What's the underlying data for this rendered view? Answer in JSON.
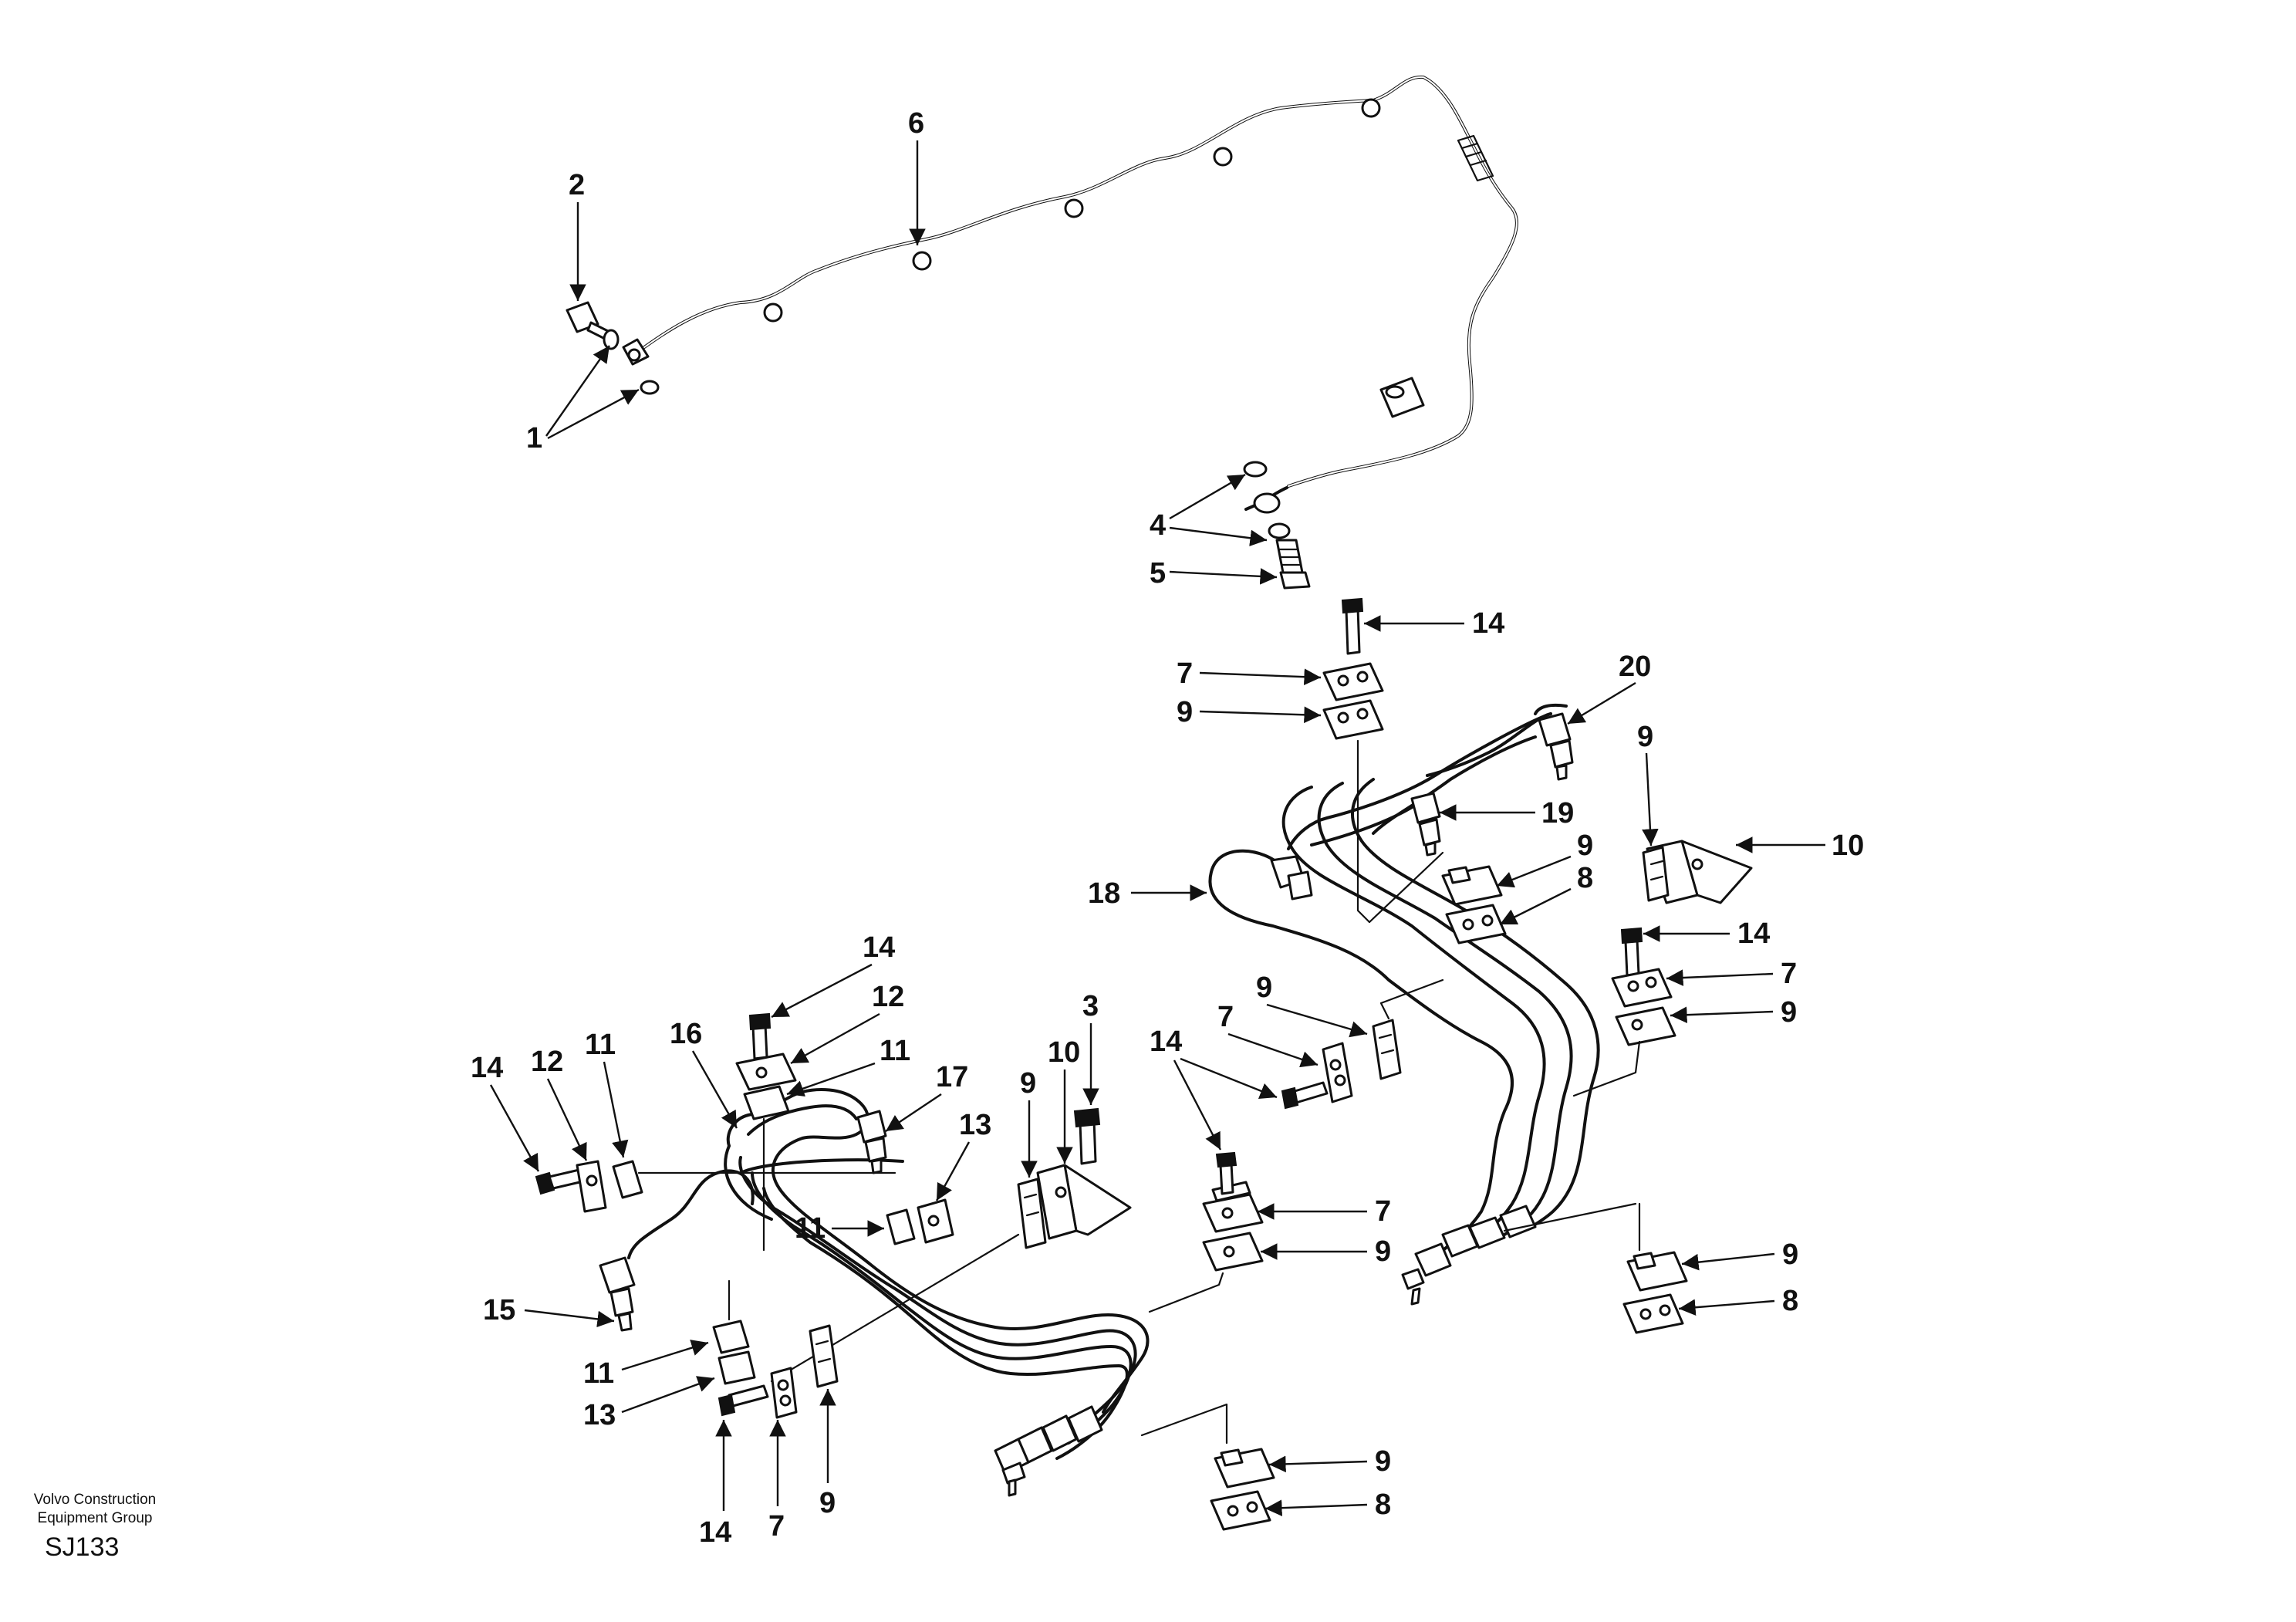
{
  "footer": {
    "org_line1": "Volvo Construction",
    "org_line2": "Equipment Group",
    "code": "SJ133"
  },
  "callouts": {
    "c1": "1",
    "c2": "2",
    "c3": "3",
    "c4": "4",
    "c5": "5",
    "c6": "6",
    "c7a": "7",
    "c7b": "7",
    "c7c": "7",
    "c7d": "7",
    "c7e": "7",
    "c8a": "8",
    "c8b": "8",
    "c8c": "8",
    "c9a": "9",
    "c9b": "9",
    "c9c": "9",
    "c9d": "9",
    "c9e": "9",
    "c9f": "9",
    "c9g": "9",
    "c9h": "9",
    "c9i": "9",
    "c9j": "9",
    "c10a": "10",
    "c10b": "10",
    "c11a": "11",
    "c11b": "11",
    "c11c": "11",
    "c11d": "11",
    "c12a": "12",
    "c12b": "12",
    "c13a": "13",
    "c13b": "13",
    "c14a": "14",
    "c14b": "14",
    "c14c": "14",
    "c14d": "14",
    "c14e": "14",
    "c14f": "14",
    "c15": "15",
    "c16": "16",
    "c17": "17",
    "c18": "18",
    "c19": "19",
    "c20": "20"
  }
}
